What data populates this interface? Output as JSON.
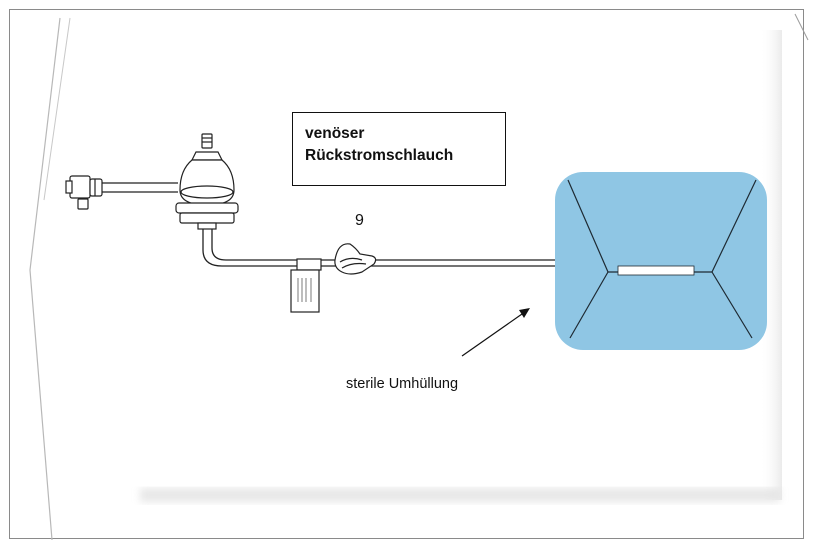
{
  "labels": {
    "component_title_line1": "venöser",
    "component_title_line2": "Rückstromschlauch",
    "item_number": "9",
    "wrap_annotation": "sterile Umhüllung"
  },
  "colors": {
    "sterile_wrap_fill": "#8fc6e4",
    "line": "#222222",
    "frame": "#8a8a8a"
  },
  "icons": {
    "reservoir": "venous-reservoir-icon",
    "clamp": "tubing-clamp-icon",
    "connector": "luer-connector-icon",
    "tag": "tubing-tag-icon"
  }
}
